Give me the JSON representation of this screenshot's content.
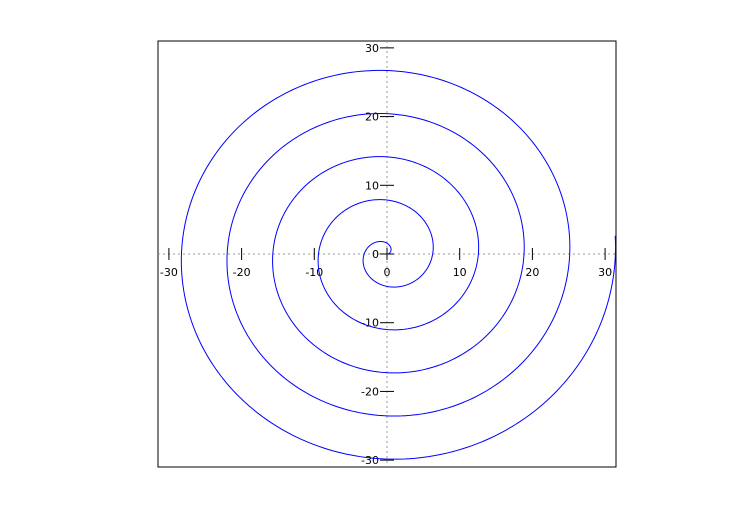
{
  "chart_data": {
    "type": "line",
    "title": "",
    "xlabel": "",
    "ylabel": "",
    "xlim": [
      -31.5,
      31.5
    ],
    "ylim": [
      -31,
      31
    ],
    "grid": false,
    "axes_through_origin": true,
    "axis_line_style": "dotted",
    "xticks": [
      -30,
      -20,
      -10,
      0,
      10,
      20,
      30
    ],
    "yticks": [
      -30,
      -20,
      -10,
      0,
      10,
      20,
      30
    ],
    "xtick_labels": [
      "-30",
      "-20",
      "-10",
      "0",
      "10",
      "20",
      "30"
    ],
    "ytick_labels": [
      "-30",
      "-20",
      "-10",
      "0",
      "10",
      "20",
      "30"
    ],
    "series": [
      {
        "curve": "archimedean spiral",
        "equation": "r = theta",
        "theta_range": [
          0,
          31.5
        ],
        "color": "#0000ff"
      }
    ]
  }
}
